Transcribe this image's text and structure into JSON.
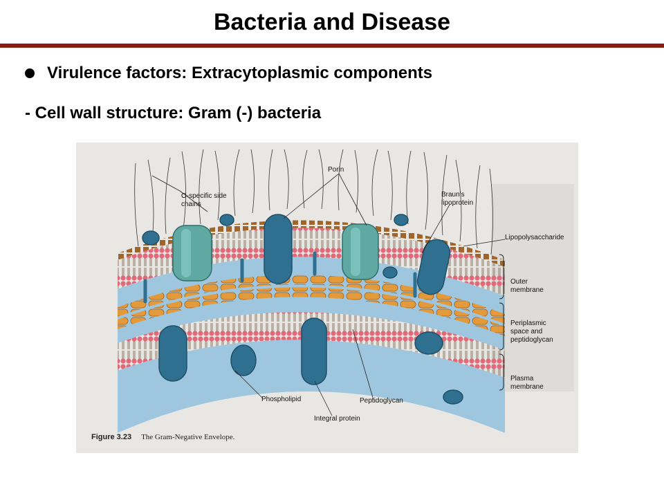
{
  "slide": {
    "title": "Bacteria and Disease",
    "bullet": "Virulence factors: Extracytoplasmic components",
    "subheading": "- Cell wall structure: Gram (-) bacteria"
  },
  "figure": {
    "caption_number": "Figure 3.23",
    "caption_title": "The Gram-Negative Envelope.",
    "labels": {
      "o_specific": "O-specific side chains",
      "porin": "Porin",
      "brauns": "Braun's lipoprotein",
      "lps": "Lipopolysaccharide",
      "outer_membrane": "Outer membrane",
      "periplasmic": "Periplasmic space and peptidoglycan",
      "plasma_membrane": "Plasma membrane",
      "phospholipid": "Phospholipid",
      "peptidoglycan": "Peptidoglycan",
      "integral_protein": "Integral protein"
    }
  },
  "colors": {
    "title_rule": "#8b1a10",
    "protein_blue": "#2f6f8f",
    "porin_teal": "#5fa9a2",
    "head_pink": "#e06a7a",
    "peptidoglycan_orange": "#e39a3a",
    "periplasm_blue": "#9fc6df"
  }
}
